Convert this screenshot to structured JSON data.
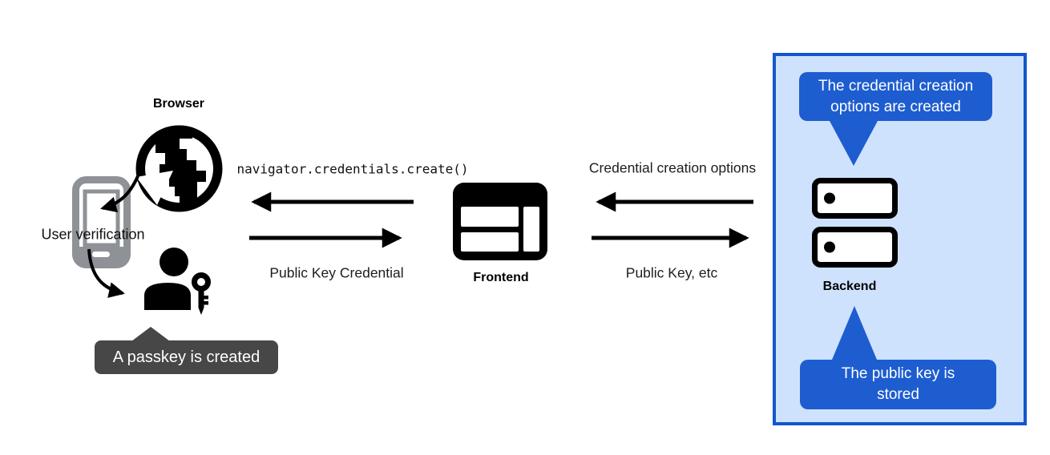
{
  "diagram": {
    "browser": {
      "label": "Browser",
      "user_verification": "User verification",
      "passkey_tooltip": "A passkey is created"
    },
    "frontend": {
      "label": "Frontend"
    },
    "backend": {
      "label": "Backend",
      "tooltip_top": "The credential creation\noptions are created",
      "tooltip_bottom": "The public key is\nstored"
    },
    "messages": {
      "create_call": "navigator.credentials.create()",
      "public_key_credential": "Public Key Credential",
      "credential_creation_options": "Credential creation options",
      "public_key_etc": "Public Key, etc"
    },
    "icons": [
      "globe-icon",
      "smartphone-icon",
      "user-key-icon",
      "browser-window-icon",
      "server-icon"
    ],
    "colors": {
      "accent_blue": "#1d5dd0",
      "panel_border_blue": "#1256cd",
      "panel_bg": "#cfe2fd",
      "dark_tooltip_bg": "#474747",
      "phone_gray": "#8e9296"
    }
  }
}
